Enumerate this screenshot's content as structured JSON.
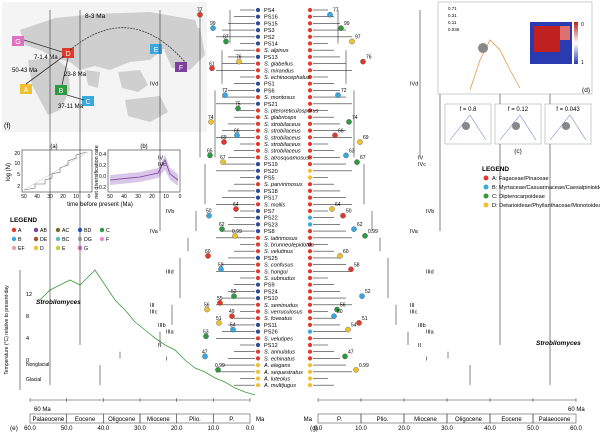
{
  "taxa": [
    {
      "label": "PS4",
      "it": false
    },
    {
      "label": "PS16",
      "it": false
    },
    {
      "label": "PS15",
      "it": false
    },
    {
      "label": "PS3",
      "it": false
    },
    {
      "label": "PS2",
      "it": false
    },
    {
      "label": "PS14",
      "it": false
    },
    {
      "label": "S. alpinus",
      "it": true
    },
    {
      "label": "PS13",
      "it": false
    },
    {
      "label": "S. glabellus",
      "it": true
    },
    {
      "label": "S. mirandus",
      "it": true
    },
    {
      "label": "S. echinocephalus",
      "it": true
    },
    {
      "label": "PS1",
      "it": false
    },
    {
      "label": "PS6",
      "it": false
    },
    {
      "label": "S. montosus",
      "it": true
    },
    {
      "label": "PS21",
      "it": false
    },
    {
      "label": "S. pteroreticulosporus",
      "it": true
    },
    {
      "label": "S. glabriceps",
      "it": true
    },
    {
      "label": "S. strobilaceus",
      "it": true
    },
    {
      "label": "S. strobilaceus",
      "it": true
    },
    {
      "label": "S. strobilaceus",
      "it": true
    },
    {
      "label": "S. strobilaceus",
      "it": true
    },
    {
      "label": "S. strobilaceus",
      "it": true
    },
    {
      "label": "S. atrosquamosus",
      "it": true
    },
    {
      "label": "PS19",
      "it": false
    },
    {
      "label": "PS20",
      "it": false
    },
    {
      "label": "PS5",
      "it": false
    },
    {
      "label": "S. parvirimosus",
      "it": true
    },
    {
      "label": "PS18",
      "it": false
    },
    {
      "label": "PS17",
      "it": false
    },
    {
      "label": "S. mollis",
      "it": true
    },
    {
      "label": "PS7",
      "it": false
    },
    {
      "label": "PS22",
      "it": false
    },
    {
      "label": "PS23",
      "it": false
    },
    {
      "label": "PS8",
      "it": false
    },
    {
      "label": "S. latirimosus",
      "it": true
    },
    {
      "label": "S. brunneolepidotus",
      "it": true
    },
    {
      "label": "S. velutinus",
      "it": true
    },
    {
      "label": "PS25",
      "it": false
    },
    {
      "label": "S. confusus",
      "it": true
    },
    {
      "label": "S. hongoi",
      "it": true
    },
    {
      "label": "S. subnudus",
      "it": true
    },
    {
      "label": "PS9",
      "it": false
    },
    {
      "label": "PS24",
      "it": false
    },
    {
      "label": "PS10",
      "it": false
    },
    {
      "label": "S. seminudus",
      "it": true
    },
    {
      "label": "S. verruculosus",
      "it": true
    },
    {
      "label": "S. foveatus",
      "it": true
    },
    {
      "label": "PS11",
      "it": false
    },
    {
      "label": "PS26",
      "it": false
    },
    {
      "label": "S. velutipes",
      "it": true
    },
    {
      "label": "PS12",
      "it": false
    },
    {
      "label": "S. annulatus",
      "it": true
    },
    {
      "label": "S. echinatus",
      "it": true
    },
    {
      "label": "A. elegans",
      "it": true
    },
    {
      "label": "A. sequestratus",
      "it": true
    },
    {
      "label": "A. luteolus",
      "it": true
    },
    {
      "label": "A. multijugus",
      "it": true
    }
  ],
  "clades_left": [
    {
      "label": "IVd",
      "row": 11
    },
    {
      "label": "IVc",
      "row": 23
    },
    {
      "label": "IVb",
      "row": 30
    },
    {
      "label": "IVa",
      "row": 33
    },
    {
      "label": "IV",
      "row": 22
    },
    {
      "label": "IIId",
      "row": 39
    },
    {
      "label": "IIIc",
      "row": 45
    },
    {
      "label": "IIIb",
      "row": 47
    },
    {
      "label": "IIIa",
      "row": 48
    },
    {
      "label": "III",
      "row": 44
    },
    {
      "label": "II",
      "row": 50
    },
    {
      "label": "I",
      "row": 52
    }
  ],
  "clades_right": [
    {
      "label": "IVd",
      "row": 11
    },
    {
      "label": "IVc",
      "row": 23
    },
    {
      "label": "IVb",
      "row": 30
    },
    {
      "label": "IVa",
      "row": 33
    },
    {
      "label": "IV",
      "row": 22
    },
    {
      "label": "IIId",
      "row": 39
    },
    {
      "label": "IIIc",
      "row": 45
    },
    {
      "label": "IIIb",
      "row": 47
    },
    {
      "label": "IIIa",
      "row": 48
    },
    {
      "label": "III",
      "row": 44
    },
    {
      "label": "II",
      "row": 50
    },
    {
      "label": "I",
      "row": 52
    }
  ],
  "support_left": [
    {
      "text": "77",
      "row": 1
    },
    {
      "text": "99",
      "row": 3
    },
    {
      "text": "97",
      "row": 5
    },
    {
      "text": "76",
      "row": 8
    },
    {
      "text": "61",
      "row": 9
    },
    {
      "text": "72",
      "row": 13
    },
    {
      "text": "75",
      "row": 15
    },
    {
      "text": "74",
      "row": 17
    },
    {
      "text": "69",
      "row": 20
    },
    {
      "text": "66",
      "row": 19
    },
    {
      "text": "65",
      "row": 22
    },
    {
      "text": "67",
      "row": 23
    },
    {
      "text": "64",
      "row": 30
    },
    {
      "text": "50",
      "row": 31
    },
    {
      "text": "62",
      "row": 33
    },
    {
      "text": "0.99",
      "row": 34
    },
    {
      "text": "60",
      "row": 37
    },
    {
      "text": "58",
      "row": 39
    },
    {
      "text": "52",
      "row": 43
    },
    {
      "text": "56",
      "row": 45
    },
    {
      "text": "55",
      "row": 44
    },
    {
      "text": "54",
      "row": 48
    },
    {
      "text": "53",
      "row": 49
    },
    {
      "text": "51",
      "row": 47
    },
    {
      "text": "49",
      "row": 46
    },
    {
      "text": "47",
      "row": 52
    },
    {
      "text": "0.99",
      "row": 54
    }
  ],
  "support_right": [
    {
      "text": "77",
      "row": 1
    },
    {
      "text": "99",
      "row": 3
    },
    {
      "text": "97",
      "row": 5
    },
    {
      "text": "76",
      "row": 8
    },
    {
      "text": "72",
      "row": 13
    },
    {
      "text": "74",
      "row": 17
    },
    {
      "text": "69",
      "row": 20
    },
    {
      "text": "66",
      "row": 19
    },
    {
      "text": "63",
      "row": 22
    },
    {
      "text": "67",
      "row": 23
    },
    {
      "text": "64",
      "row": 30
    },
    {
      "text": "50",
      "row": 31
    },
    {
      "text": "62",
      "row": 33
    },
    {
      "text": "0.99",
      "row": 34
    },
    {
      "text": "60",
      "row": 37
    },
    {
      "text": "58",
      "row": 39
    },
    {
      "text": "52",
      "row": 43
    },
    {
      "text": "56",
      "row": 45
    },
    {
      "text": "54",
      "row": 48
    },
    {
      "text": "51",
      "row": 47
    },
    {
      "text": "50",
      "row": 46
    },
    {
      "text": "47",
      "row": 52
    },
    {
      "text": "0.99",
      "row": 54
    }
  ],
  "legend_right": {
    "title": "LEGEND",
    "items": [
      {
        "key": "A",
        "text": "A: Fagaceae/Pinaceae",
        "color": "#e03a2a"
      },
      {
        "key": "B",
        "text": "B: Myrtaceae/Casuarinaceae/Caesalpinioideae",
        "color": "#39a7e0"
      },
      {
        "key": "C",
        "text": "C: Dipterocarpoideae",
        "color": "#2e9a3f"
      },
      {
        "key": "D",
        "text": "D: Detarioideae/Phyllanthaceae/Monotoideae",
        "color": "#f0c030"
      }
    ]
  },
  "legend_left": {
    "title": "LEGEND",
    "items": [
      {
        "key": "A",
        "color": "#e03a2a"
      },
      {
        "key": "AB",
        "color": "#7b3f9e"
      },
      {
        "key": "AC",
        "color": "#7a6a2a"
      },
      {
        "key": "BD",
        "color": "#2a5ad0"
      },
      {
        "key": "C",
        "color": "#2e9a3f"
      },
      {
        "key": "B",
        "color": "#39a7e0"
      },
      {
        "key": "DE",
        "color": "#a0522d"
      },
      {
        "key": "BC",
        "color": "#60c0b0"
      },
      {
        "key": "DG",
        "color": "#b0b0b0"
      },
      {
        "key": "F",
        "color": "#f08bd0"
      },
      {
        "key": "EF",
        "color": "#e8a0a0"
      },
      {
        "key": "D",
        "color": "#f0c030"
      },
      {
        "key": "E",
        "color": "#c0d030"
      },
      {
        "key": "G",
        "color": "#e070c0"
      }
    ]
  },
  "map": {
    "panel": "(f)",
    "areas": [
      {
        "key": "G",
        "color": "#e070c0"
      },
      {
        "key": "D",
        "color": "#e03a2a"
      },
      {
        "key": "E",
        "color": "#39a7e0"
      },
      {
        "key": "F",
        "color": "#7b3f9e"
      },
      {
        "key": "A",
        "color": "#f0c030"
      },
      {
        "key": "B",
        "color": "#2e9a3f"
      },
      {
        "key": "C",
        "color": "#39a7e0"
      }
    ],
    "ages": [
      "8-3 Ma",
      "7-1.4 Ma",
      "50-43 Ma",
      "23-8 Ma",
      "37-11 Ma"
    ]
  },
  "panel_a": {
    "label": "(a)",
    "ylabel": "log (N)",
    "yticks": [
      "20",
      "10",
      "5",
      "2"
    ],
    "xticks": [
      "50",
      "40",
      "30",
      "20",
      "10",
      "0"
    ]
  },
  "panel_b": {
    "label": "(b)",
    "ylabel": "net diversification rate",
    "yticks": [
      "0.4",
      "0.2",
      "0.0",
      "-0.2"
    ],
    "xticks": [
      "50",
      "40",
      "30",
      "20",
      "10",
      "0"
    ]
  },
  "ab_xlabel": "time before present (Ma)",
  "panel_c": {
    "label": "(c)",
    "f_labels": [
      "f = 0.8",
      "f = 0.12",
      "f = 0.043"
    ]
  },
  "panel_d": {
    "label": "(d)",
    "scale": [
      "0.71",
      "0.31",
      "0.11",
      "0.036"
    ],
    "heat_ticks": [
      "0",
      "1"
    ]
  },
  "temp": {
    "ylabel": "Temperature (°C) relative to present-day",
    "ticks": [
      "12",
      "8",
      "4",
      "0"
    ],
    "nonglacial": "Nonglacial",
    "glacial": "Glacial"
  },
  "strobilomyces_label": "Strobilomyces",
  "ma60": "60 Ma",
  "timescale_left": {
    "panel": "(e)",
    "epochs": [
      "Palaeocene",
      "Eocene",
      "Oligocene",
      "Miocene",
      "Plio.",
      "P."
    ],
    "ticks": [
      "60.0",
      "50.0",
      "40.0",
      "30.0",
      "20.0",
      "10.0",
      "0.0"
    ],
    "unit": "Ma"
  },
  "timescale_right": {
    "panel": "(g)",
    "epochs": [
      "P.",
      "Plio.",
      "Miocene",
      "Oligocene",
      "Eocene",
      "Palaeocene"
    ],
    "ticks": [
      "0.0",
      "10.0",
      "20.0",
      "30.0",
      "40.0",
      "50.0",
      "60.0"
    ],
    "unit": "Ma"
  },
  "colors": {
    "A": "#e03a2a",
    "B": "#39a7e0",
    "C": "#2e9a3f",
    "D": "#f0c030",
    "PS": "#2a4a9a"
  }
}
